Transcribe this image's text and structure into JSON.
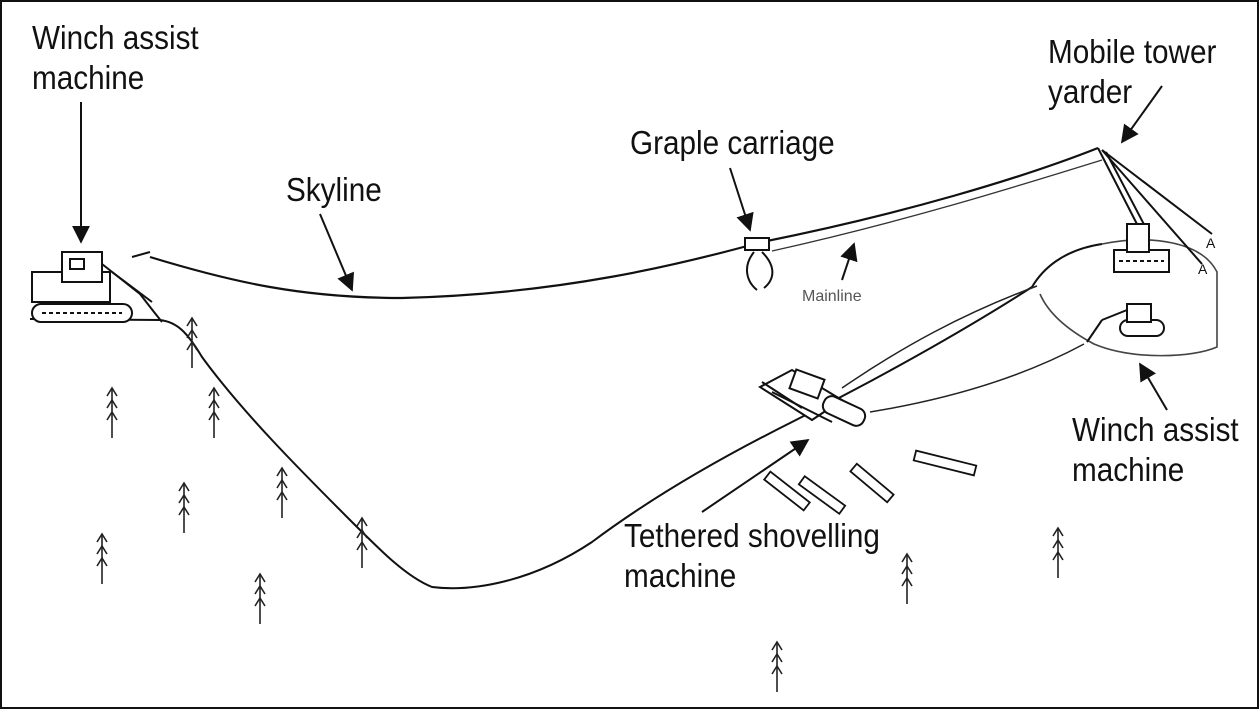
{
  "labels": {
    "winch_assist_left": [
      "Winch assist",
      "machine"
    ],
    "skyline": "Skyline",
    "graple_carriage": "Graple carriage",
    "mobile_tower_yarder": [
      "Mobile tower",
      "yarder"
    ],
    "mainline": "Mainline",
    "winch_assist_right": [
      "Winch assist",
      "machine"
    ],
    "tethered_shovelling_machine": [
      "Tethered shovelling",
      "machine"
    ]
  },
  "colors": {
    "ink": "#111111",
    "label_text": "#111111",
    "mainline_text": "#555555",
    "frame_border": "#111111",
    "background": "#ffffff"
  },
  "icons": [
    "tree-icon",
    "log-icon",
    "excavator-icon",
    "tower-yarder-icon",
    "grapple-carriage-icon"
  ]
}
